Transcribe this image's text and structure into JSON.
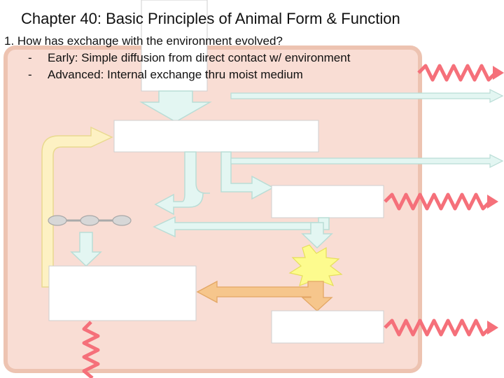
{
  "slide": {
    "title": "Chapter 40: Basic Principles of Animal Form & Function",
    "question": "1.  How has exchange with the environment evolved?",
    "bullets": [
      {
        "dash": "-",
        "text": "Early:  Simple diffusion from direct contact  w/ environment"
      },
      {
        "dash": "-",
        "text": "Advanced:  Internal exchange thru moist medium"
      }
    ]
  },
  "colors": {
    "body_fill": "#f9ddd4",
    "body_border": "#edc3b1",
    "arrow_blue": "#e3f6f2",
    "arrow_blue_outline": "#b9ddd6",
    "arrow_yellow": "#fdf1c3",
    "arrow_orange": "#f6c68c",
    "wavy_red": "#f5707a",
    "starburst": "#fdfb8e",
    "box_fill": "#ffffff"
  },
  "icons": [
    "wavy-arrow",
    "starburst-icon",
    "molecule-chain-icon"
  ]
}
